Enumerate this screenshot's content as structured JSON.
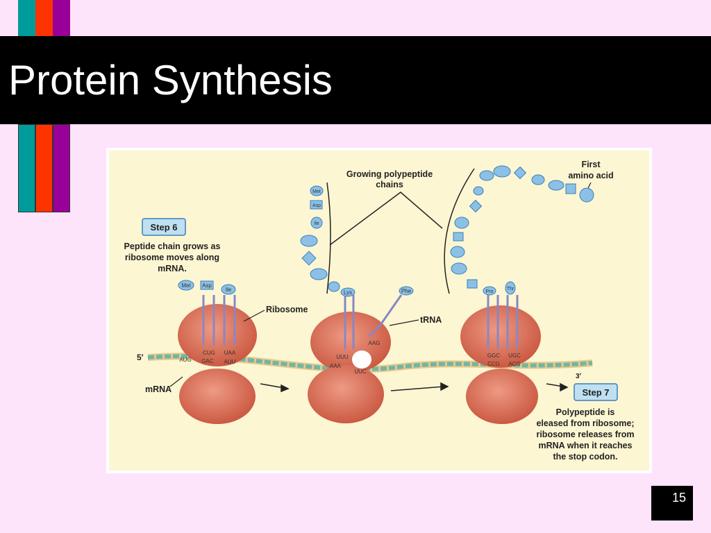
{
  "slide": {
    "title": "Protein Synthesis",
    "page_number": "15",
    "colors": {
      "background": "#fde4fb",
      "title_bar": "#000000",
      "stripe_teal": "#009b9b",
      "stripe_red": "#ff3300",
      "stripe_purple": "#990099"
    }
  },
  "diagram": {
    "step6": {
      "badge": "Step 6",
      "lines": [
        "Peptide chain grows as",
        "ribosome moves along",
        "mRNA."
      ]
    },
    "step7": {
      "badge": "Step 7",
      "lines": [
        "Polypeptide is",
        "eleased from ribosome;",
        "ribosome releases from",
        "mRNA when it reaches",
        "the stop codon."
      ]
    },
    "labels": {
      "growing": [
        "Growing polypeptide",
        "chains"
      ],
      "first_amino": [
        "First",
        "amino acid"
      ],
      "ribosome": "Ribosome",
      "trna": "tRNA",
      "mrna": "mRNA",
      "five_prime": "5′",
      "three_prime": "3′"
    },
    "amino_acids": {
      "rib1": [
        "Met",
        "Asp",
        "Ile"
      ],
      "chain2": [
        "Met",
        "Asp",
        "Ile"
      ],
      "rib2_lys": "Lys",
      "phe": "Phe",
      "rib3": [
        "Pro",
        "Thr"
      ]
    },
    "codons": {
      "rib1_anticodons": [
        "CUG",
        "UAA"
      ],
      "rib1_codons": [
        "AUG",
        "GAC",
        "AUU"
      ],
      "rib2_anticodon": "UUU",
      "rib2_codons": [
        "AAA",
        "UUC"
      ],
      "incoming_anticodon": "AAG",
      "rib3_anticodons": [
        "GGC",
        "UGC"
      ],
      "rib3_codons": [
        "CCG",
        "ACG"
      ]
    }
  }
}
